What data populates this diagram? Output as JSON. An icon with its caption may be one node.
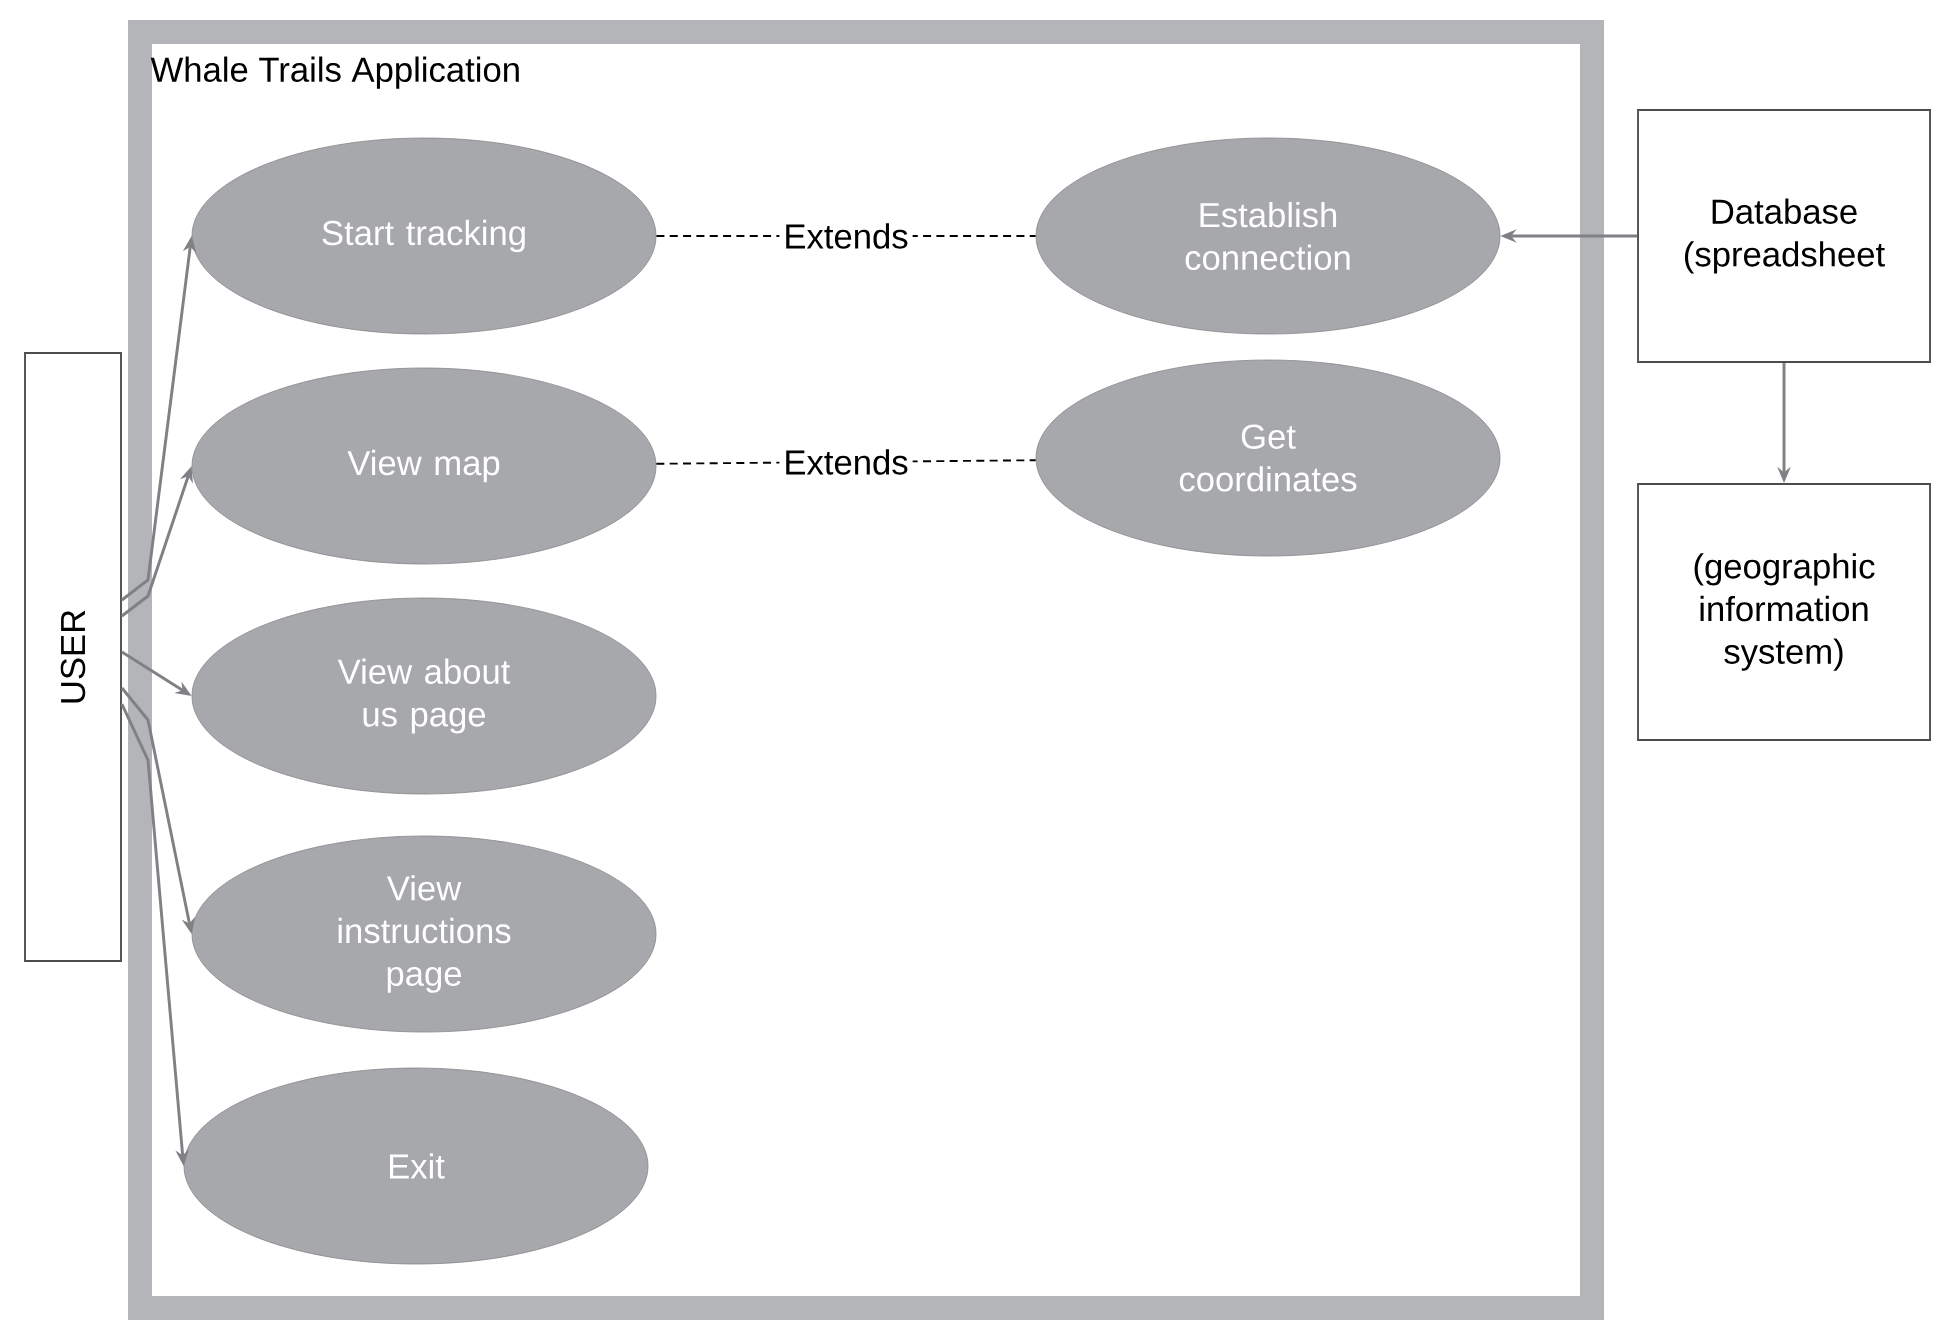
{
  "diagram": {
    "nodes": [
      {
        "text": [
          "Whale Trails Application"
        ]
      },
      {
        "text": [
          "USER"
        ]
      },
      {
        "text": [
          "Start tracking"
        ],
        "in": 0
      },
      {
        "text": [
          "View map"
        ],
        "in": 0
      },
      {
        "text": [
          "View about us page"
        ],
        "in": 0
      },
      {
        "text": [
          "View instructions page"
        ],
        "in": 0
      },
      {
        "text": [
          "Exit"
        ],
        "in": 0
      },
      {
        "text": [
          "Establish connection"
        ],
        "in": 0
      },
      {
        "text": [
          "Get coordinates"
        ],
        "in": 0
      },
      {
        "text": [
          "Database (spreadsheet"
        ]
      },
      {
        "text": [
          "(geographic information system)"
        ]
      }
    ],
    "edges": [
      {
        "from": 1,
        "to": 2,
        "arrow": "to"
      },
      {
        "from": 1,
        "to": 3,
        "arrow": "to"
      },
      {
        "from": 1,
        "to": 4,
        "arrow": "to"
      },
      {
        "from": 1,
        "to": 5,
        "arrow": "to"
      },
      {
        "from": 1,
        "to": 6,
        "arrow": "to"
      },
      {
        "from": 2,
        "to": 7,
        "arrow": "none",
        "label": "Extends",
        "style": "dashed",
        "color": "#000000"
      },
      {
        "from": 3,
        "to": 8,
        "arrow": "none",
        "label": "Extends",
        "style": "dashed",
        "color": "#000000"
      },
      {
        "from": 9,
        "to": 7,
        "arrow": "to"
      },
      {
        "from": 9,
        "to": 10,
        "arrow": "to"
      }
    ]
  }
}
